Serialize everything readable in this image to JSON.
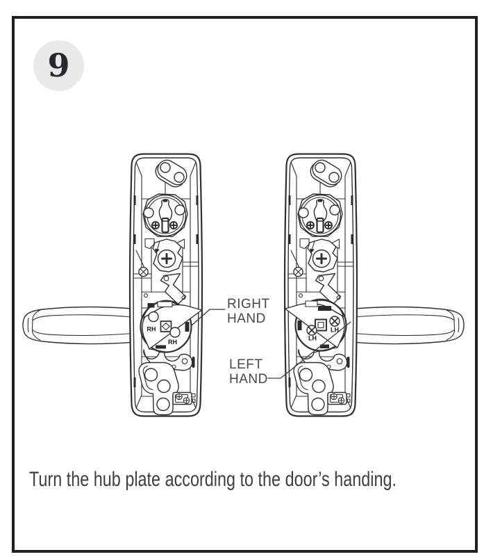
{
  "step": {
    "number": "9"
  },
  "caption": {
    "text": "Turn the hub plate according to the door’s handing."
  },
  "labels": {
    "right_hand": {
      "line1": "RIGHT",
      "line2": "HAND"
    },
    "left_hand": {
      "line1": "LEFT",
      "line2": "HAND"
    }
  },
  "diagram": {
    "left_lock": {
      "hub_markings": [
        "RH",
        "RH"
      ]
    },
    "right_lock": {
      "hub_markings": [
        "LH",
        "LH"
      ]
    }
  },
  "colors": {
    "background": "#ffffff",
    "frame_border": "#231f20",
    "step_badge_bg": "#e9e9ea",
    "step_number": "#26282c",
    "drawing_lines": "#2f2f2f",
    "label_text": "#474747",
    "caption_text": "#3e3e3f"
  }
}
